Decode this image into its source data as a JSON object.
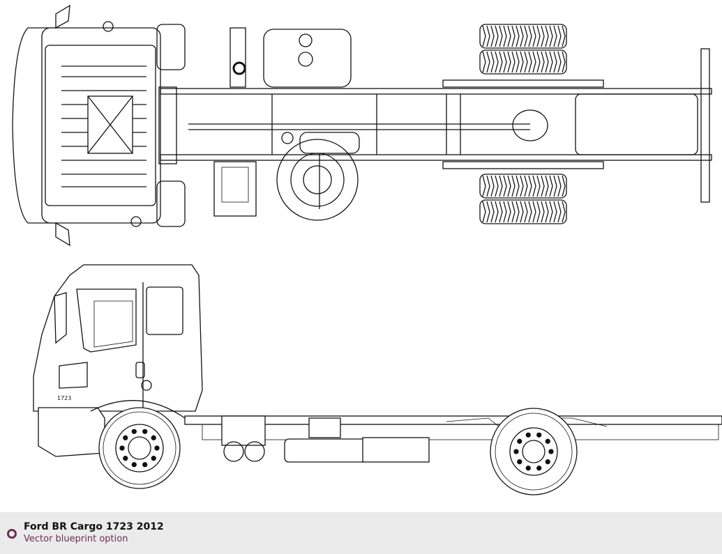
{
  "caption": {
    "title": "Ford BR Cargo 1723 2012",
    "subtitle": "Vector blueprint option",
    "bullet_color": "#6e2d55"
  },
  "drawing": {
    "cab_badge": "1723"
  }
}
